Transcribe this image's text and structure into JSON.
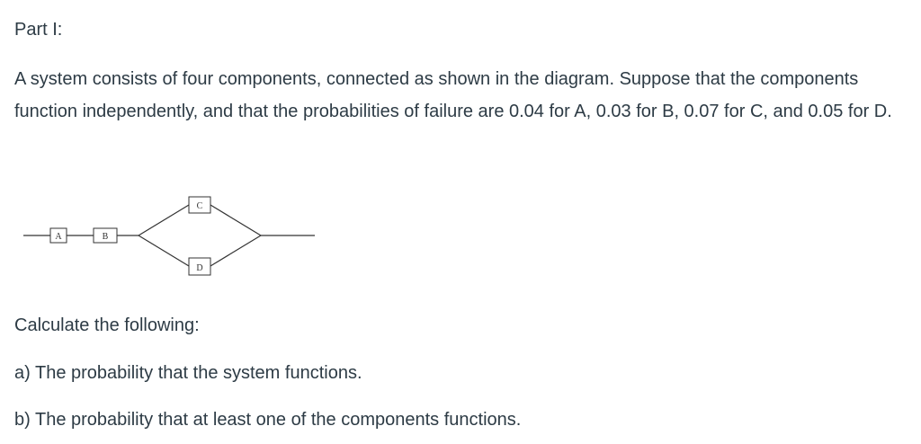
{
  "heading": "Part I:",
  "intro": "A system consists of four components, connected as shown in the diagram. Suppose that the components function independently, and that the probabilities of failure are 0.04 for A, 0.03 for B, 0.07 for C, and 0.05 for D.",
  "diagram": {
    "labels": {
      "a": "A",
      "b": "B",
      "c": "C",
      "d": "D"
    }
  },
  "prompt": "Calculate the following:",
  "questions": {
    "a": "a) The probability that the system functions.",
    "b": "b) The probability that at least one of the components functions."
  }
}
